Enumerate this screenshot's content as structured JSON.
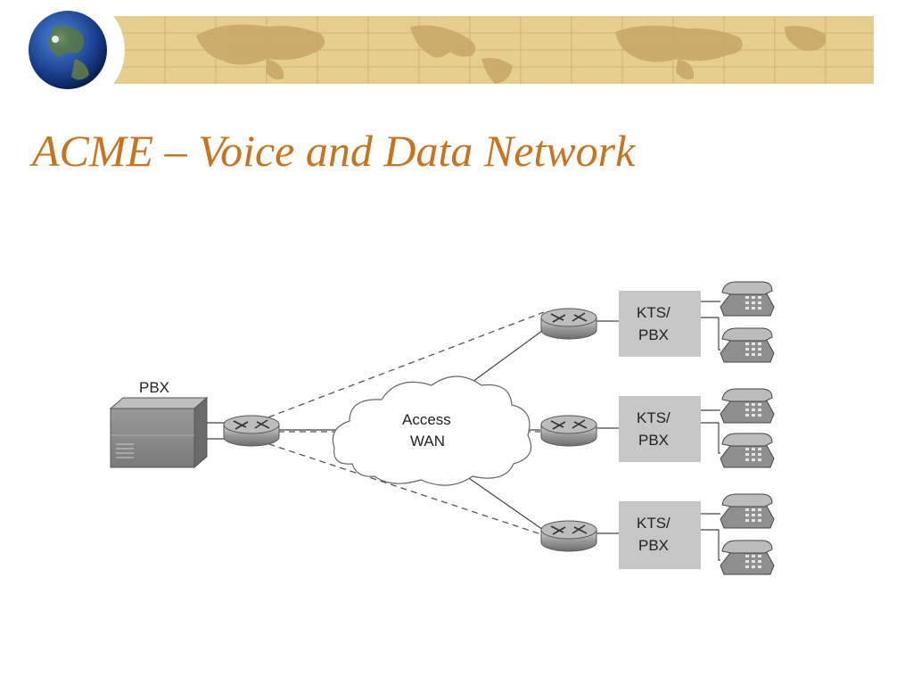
{
  "slide": {
    "title": "ACME – Voice and Data Network"
  },
  "theme": {
    "title_color": "#c8741e",
    "banner_color": "#e6cf8e",
    "map_color": "#c9a969",
    "box_color": "#c6c6c6"
  },
  "diagram": {
    "hq": {
      "label": "PBX",
      "icon": "pbx-cabinet-icon"
    },
    "cloud": {
      "line1": "Access",
      "line2": "WAN",
      "icon": "cloud-icon"
    },
    "sites": [
      {
        "box_line1": "KTS/",
        "box_line2": "PBX",
        "phones": 2
      },
      {
        "box_line1": "KTS/",
        "box_line2": "PBX",
        "phones": 2
      },
      {
        "box_line1": "KTS/",
        "box_line2": "PBX",
        "phones": 2
      }
    ],
    "icons": [
      "globe-icon",
      "router-icon",
      "telephone-icon"
    ]
  }
}
